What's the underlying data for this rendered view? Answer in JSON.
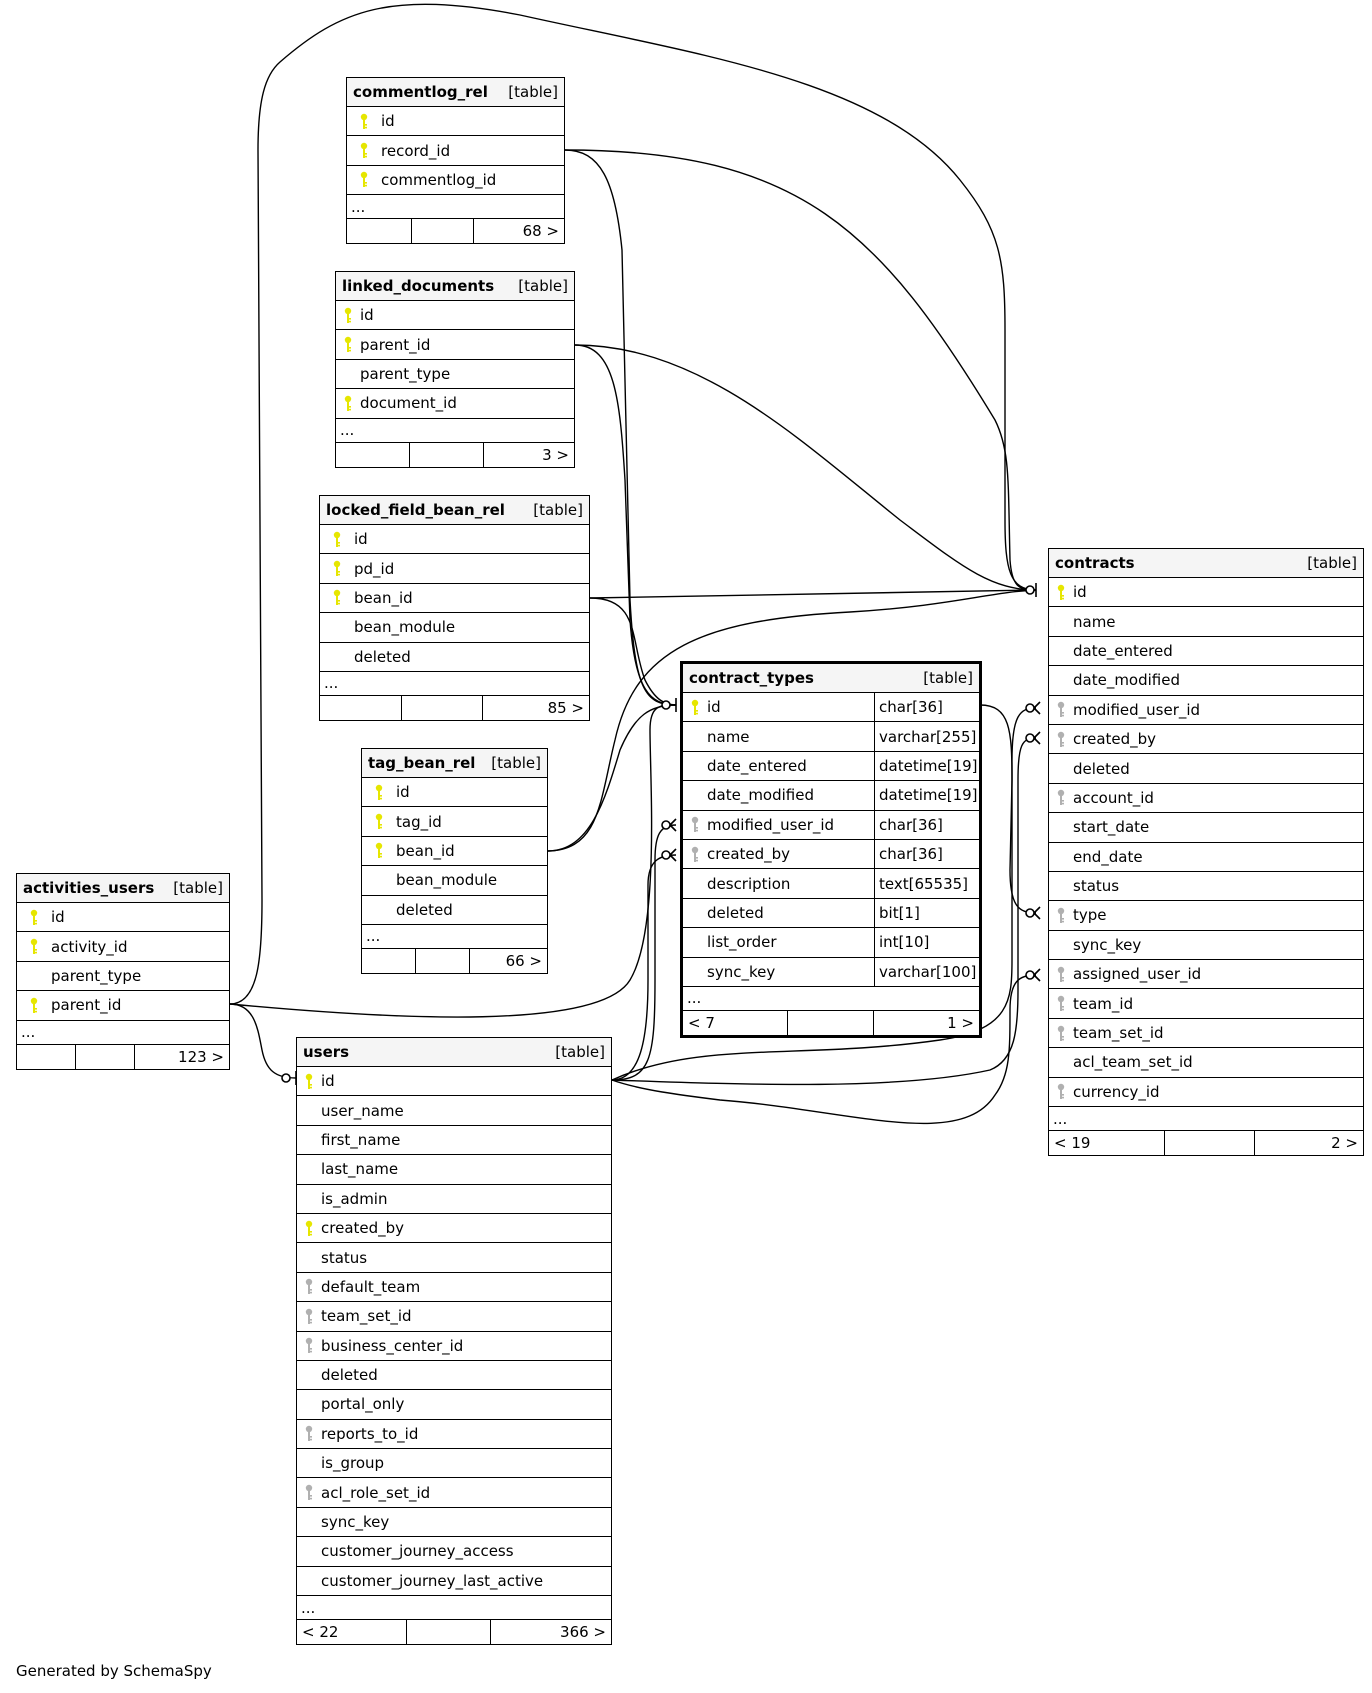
{
  "footer_text": "Generated by SchemaSpy",
  "table_label": "[table]",
  "ellipsis": "...",
  "colors": {
    "primary_key": "#e6e600",
    "foreign_key": "#b0b0b0",
    "border": "#000000",
    "header_bg": "#f5f5f5"
  },
  "tables": {
    "commentlog_rel": {
      "name": "commentlog_rel",
      "columns": [
        {
          "name": "id",
          "key": "pk"
        },
        {
          "name": "record_id",
          "key": "pk"
        },
        {
          "name": "commentlog_id",
          "key": "pk"
        }
      ],
      "footer": [
        "",
        "",
        "68 >"
      ]
    },
    "linked_documents": {
      "name": "linked_documents",
      "columns": [
        {
          "name": "id",
          "key": "pk"
        },
        {
          "name": "parent_id",
          "key": "pk"
        },
        {
          "name": "parent_type",
          "key": ""
        },
        {
          "name": "document_id",
          "key": "pk"
        }
      ],
      "footer": [
        "",
        "",
        "3 >"
      ]
    },
    "locked_field_bean_rel": {
      "name": "locked_field_bean_rel",
      "columns": [
        {
          "name": "id",
          "key": "pk"
        },
        {
          "name": "pd_id",
          "key": "pk"
        },
        {
          "name": "bean_id",
          "key": "pk"
        },
        {
          "name": "bean_module",
          "key": ""
        },
        {
          "name": "deleted",
          "key": ""
        }
      ],
      "footer": [
        "",
        "",
        "85 >"
      ]
    },
    "tag_bean_rel": {
      "name": "tag_bean_rel",
      "columns": [
        {
          "name": "id",
          "key": "pk"
        },
        {
          "name": "tag_id",
          "key": "pk"
        },
        {
          "name": "bean_id",
          "key": "pk"
        },
        {
          "name": "bean_module",
          "key": ""
        },
        {
          "name": "deleted",
          "key": ""
        }
      ],
      "footer": [
        "",
        "",
        "66 >"
      ]
    },
    "activities_users": {
      "name": "activities_users",
      "columns": [
        {
          "name": "id",
          "key": "pk"
        },
        {
          "name": "activity_id",
          "key": "pk"
        },
        {
          "name": "parent_type",
          "key": ""
        },
        {
          "name": "parent_id",
          "key": "pk"
        }
      ],
      "footer": [
        "",
        "",
        "123 >"
      ]
    },
    "contract_types": {
      "name": "contract_types",
      "columns": [
        {
          "name": "id",
          "key": "pk",
          "type": "char[36]"
        },
        {
          "name": "name",
          "key": "",
          "type": "varchar[255]"
        },
        {
          "name": "date_entered",
          "key": "",
          "type": "datetime[19]"
        },
        {
          "name": "date_modified",
          "key": "",
          "type": "datetime[19]"
        },
        {
          "name": "modified_user_id",
          "key": "fk",
          "type": "char[36]"
        },
        {
          "name": "created_by",
          "key": "fk",
          "type": "char[36]"
        },
        {
          "name": "description",
          "key": "",
          "type": "text[65535]"
        },
        {
          "name": "deleted",
          "key": "",
          "type": "bit[1]"
        },
        {
          "name": "list_order",
          "key": "",
          "type": "int[10]"
        },
        {
          "name": "sync_key",
          "key": "",
          "type": "varchar[100]"
        }
      ],
      "footer": [
        "< 7",
        "",
        "1 >"
      ]
    },
    "users": {
      "name": "users",
      "columns": [
        {
          "name": "id",
          "key": "pk"
        },
        {
          "name": "user_name",
          "key": ""
        },
        {
          "name": "first_name",
          "key": ""
        },
        {
          "name": "last_name",
          "key": ""
        },
        {
          "name": "is_admin",
          "key": ""
        },
        {
          "name": "created_by",
          "key": "pk"
        },
        {
          "name": "status",
          "key": ""
        },
        {
          "name": "default_team",
          "key": "fk"
        },
        {
          "name": "team_set_id",
          "key": "fk"
        },
        {
          "name": "business_center_id",
          "key": "fk"
        },
        {
          "name": "deleted",
          "key": ""
        },
        {
          "name": "portal_only",
          "key": ""
        },
        {
          "name": "reports_to_id",
          "key": "fk"
        },
        {
          "name": "is_group",
          "key": ""
        },
        {
          "name": "acl_role_set_id",
          "key": "fk"
        },
        {
          "name": "sync_key",
          "key": ""
        },
        {
          "name": "customer_journey_access",
          "key": ""
        },
        {
          "name": "customer_journey_last_active",
          "key": ""
        }
      ],
      "footer": [
        "< 22",
        "",
        "366 >"
      ]
    },
    "contracts": {
      "name": "contracts",
      "columns": [
        {
          "name": "id",
          "key": "pk"
        },
        {
          "name": "name",
          "key": ""
        },
        {
          "name": "date_entered",
          "key": ""
        },
        {
          "name": "date_modified",
          "key": ""
        },
        {
          "name": "modified_user_id",
          "key": "fk"
        },
        {
          "name": "created_by",
          "key": "fk"
        },
        {
          "name": "deleted",
          "key": ""
        },
        {
          "name": "account_id",
          "key": "fk"
        },
        {
          "name": "start_date",
          "key": ""
        },
        {
          "name": "end_date",
          "key": ""
        },
        {
          "name": "status",
          "key": ""
        },
        {
          "name": "type",
          "key": "fk"
        },
        {
          "name": "sync_key",
          "key": ""
        },
        {
          "name": "assigned_user_id",
          "key": "fk"
        },
        {
          "name": "team_id",
          "key": "fk"
        },
        {
          "name": "team_set_id",
          "key": "fk"
        },
        {
          "name": "acl_team_set_id",
          "key": ""
        },
        {
          "name": "currency_id",
          "key": "fk"
        }
      ],
      "footer": [
        "< 19",
        "",
        "2 >"
      ]
    }
  }
}
